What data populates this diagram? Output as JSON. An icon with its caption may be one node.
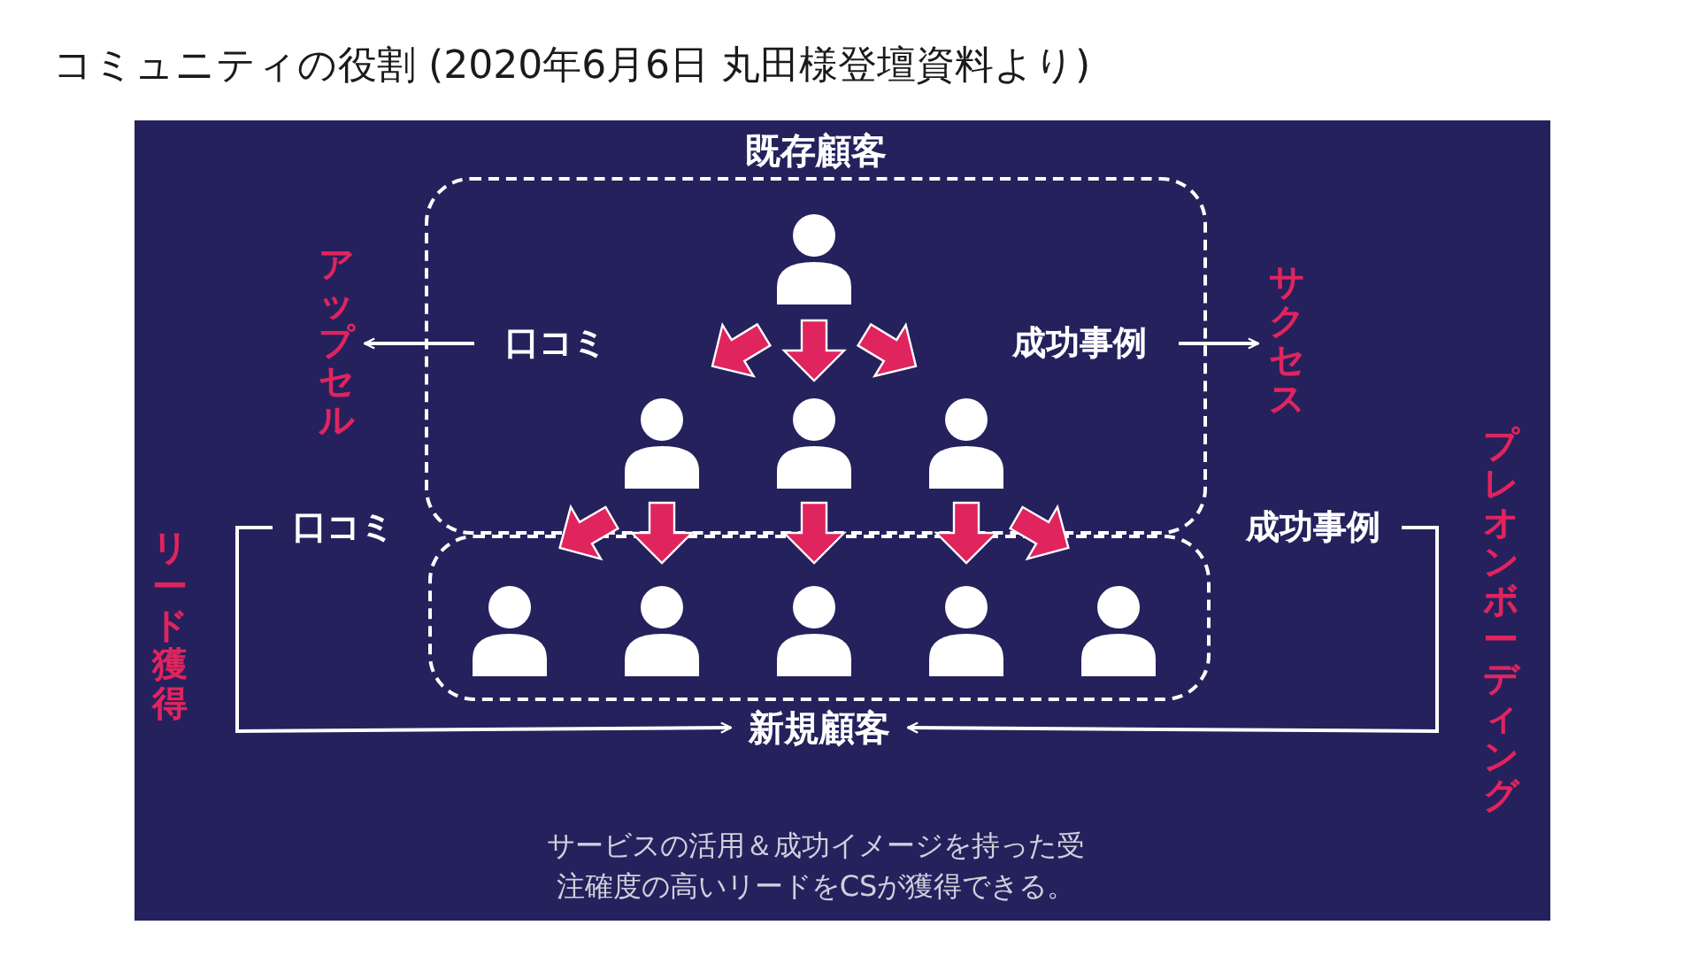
{
  "diagram": {
    "title": "コミュニティの役割 (2020年6月6日 丸田様登壇資料より)",
    "nodes": [
      {
        "text": [
          "既存顧客"
        ]
      },
      {
        "text": [],
        "shape": "picture",
        "in": 0
      },
      {
        "text": [],
        "shape": "picture",
        "in": 0
      },
      {
        "text": [],
        "shape": "picture",
        "in": 0
      },
      {
        "text": [],
        "shape": "picture",
        "in": 0
      },
      {
        "text": [
          "新規顧客"
        ]
      },
      {
        "text": [],
        "shape": "picture",
        "in": 5
      },
      {
        "text": [],
        "shape": "picture",
        "in": 5
      },
      {
        "text": [],
        "shape": "picture",
        "in": 5
      },
      {
        "text": [],
        "shape": "picture",
        "in": 5
      },
      {
        "text": [],
        "shape": "picture",
        "in": 5
      },
      {
        "text": [
          "口コミ"
        ],
        "in": 0
      },
      {
        "text": [
          "成功事例"
        ],
        "in": 0
      },
      {
        "text": [
          "口コミ"
        ]
      },
      {
        "text": [
          "成功事例"
        ]
      },
      {
        "text": [
          "アップセル"
        ]
      },
      {
        "text": [
          "サクセス"
        ]
      }
    ],
    "edges": [
      {
        "from": 1,
        "to": 2,
        "arrow": "to",
        "style": "thick",
        "color": "#e0245e"
      },
      {
        "from": 1,
        "to": 3,
        "arrow": "to",
        "style": "thick",
        "color": "#e0245e"
      },
      {
        "from": 1,
        "to": 4,
        "arrow": "to",
        "style": "thick",
        "color": "#e0245e"
      },
      {
        "from": 2,
        "to": 6,
        "arrow": "to",
        "style": "thick",
        "color": "#e0245e"
      },
      {
        "from": 2,
        "to": 7,
        "arrow": "to",
        "style": "thick",
        "color": "#e0245e"
      },
      {
        "from": 3,
        "to": 8,
        "arrow": "to",
        "style": "thick",
        "color": "#e0245e"
      },
      {
        "from": 4,
        "to": 9,
        "arrow": "to",
        "style": "thick",
        "color": "#e0245e"
      },
      {
        "from": 4,
        "to": 10,
        "arrow": "to",
        "style": "thick",
        "color": "#e0245e"
      },
      {
        "from": 11,
        "to": 15,
        "arrow": "to"
      },
      {
        "from": 12,
        "to": 16,
        "arrow": "to"
      },
      {
        "from": 13,
        "to": 5,
        "arrow": "to"
      },
      {
        "from": 14,
        "to": 5,
        "arrow": "to"
      }
    ],
    "labels": [
      "リード獲得",
      "プレオンボーディング",
      "サービスの活用＆成功イメージを持った受注確度の高いリードをCSが獲得できる。"
    ]
  }
}
